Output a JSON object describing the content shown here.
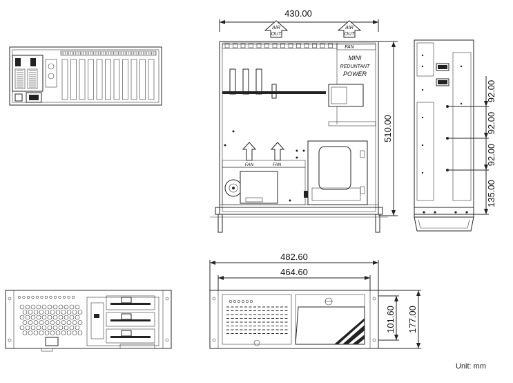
{
  "top_view": {
    "width_label": "430.00",
    "depth_label": "510.00",
    "air_out_1": [
      "AIR",
      "OUT"
    ],
    "air_out_2": [
      "AIR",
      "OUT"
    ],
    "fan_top": "FAN",
    "psu_label": [
      "MINI",
      "REDUNTANT",
      "POWER"
    ],
    "fan_left": "FAN",
    "fan_mid": "FAN"
  },
  "side_view": {
    "dims": [
      "92.00",
      "92.00",
      "92.00",
      "135.00"
    ]
  },
  "front_view": {
    "overall_width": "482.60",
    "inner_width": "464.60",
    "bezel_height": "101.60",
    "overall_height": "177.00"
  },
  "unit_note": "Unit: mm"
}
